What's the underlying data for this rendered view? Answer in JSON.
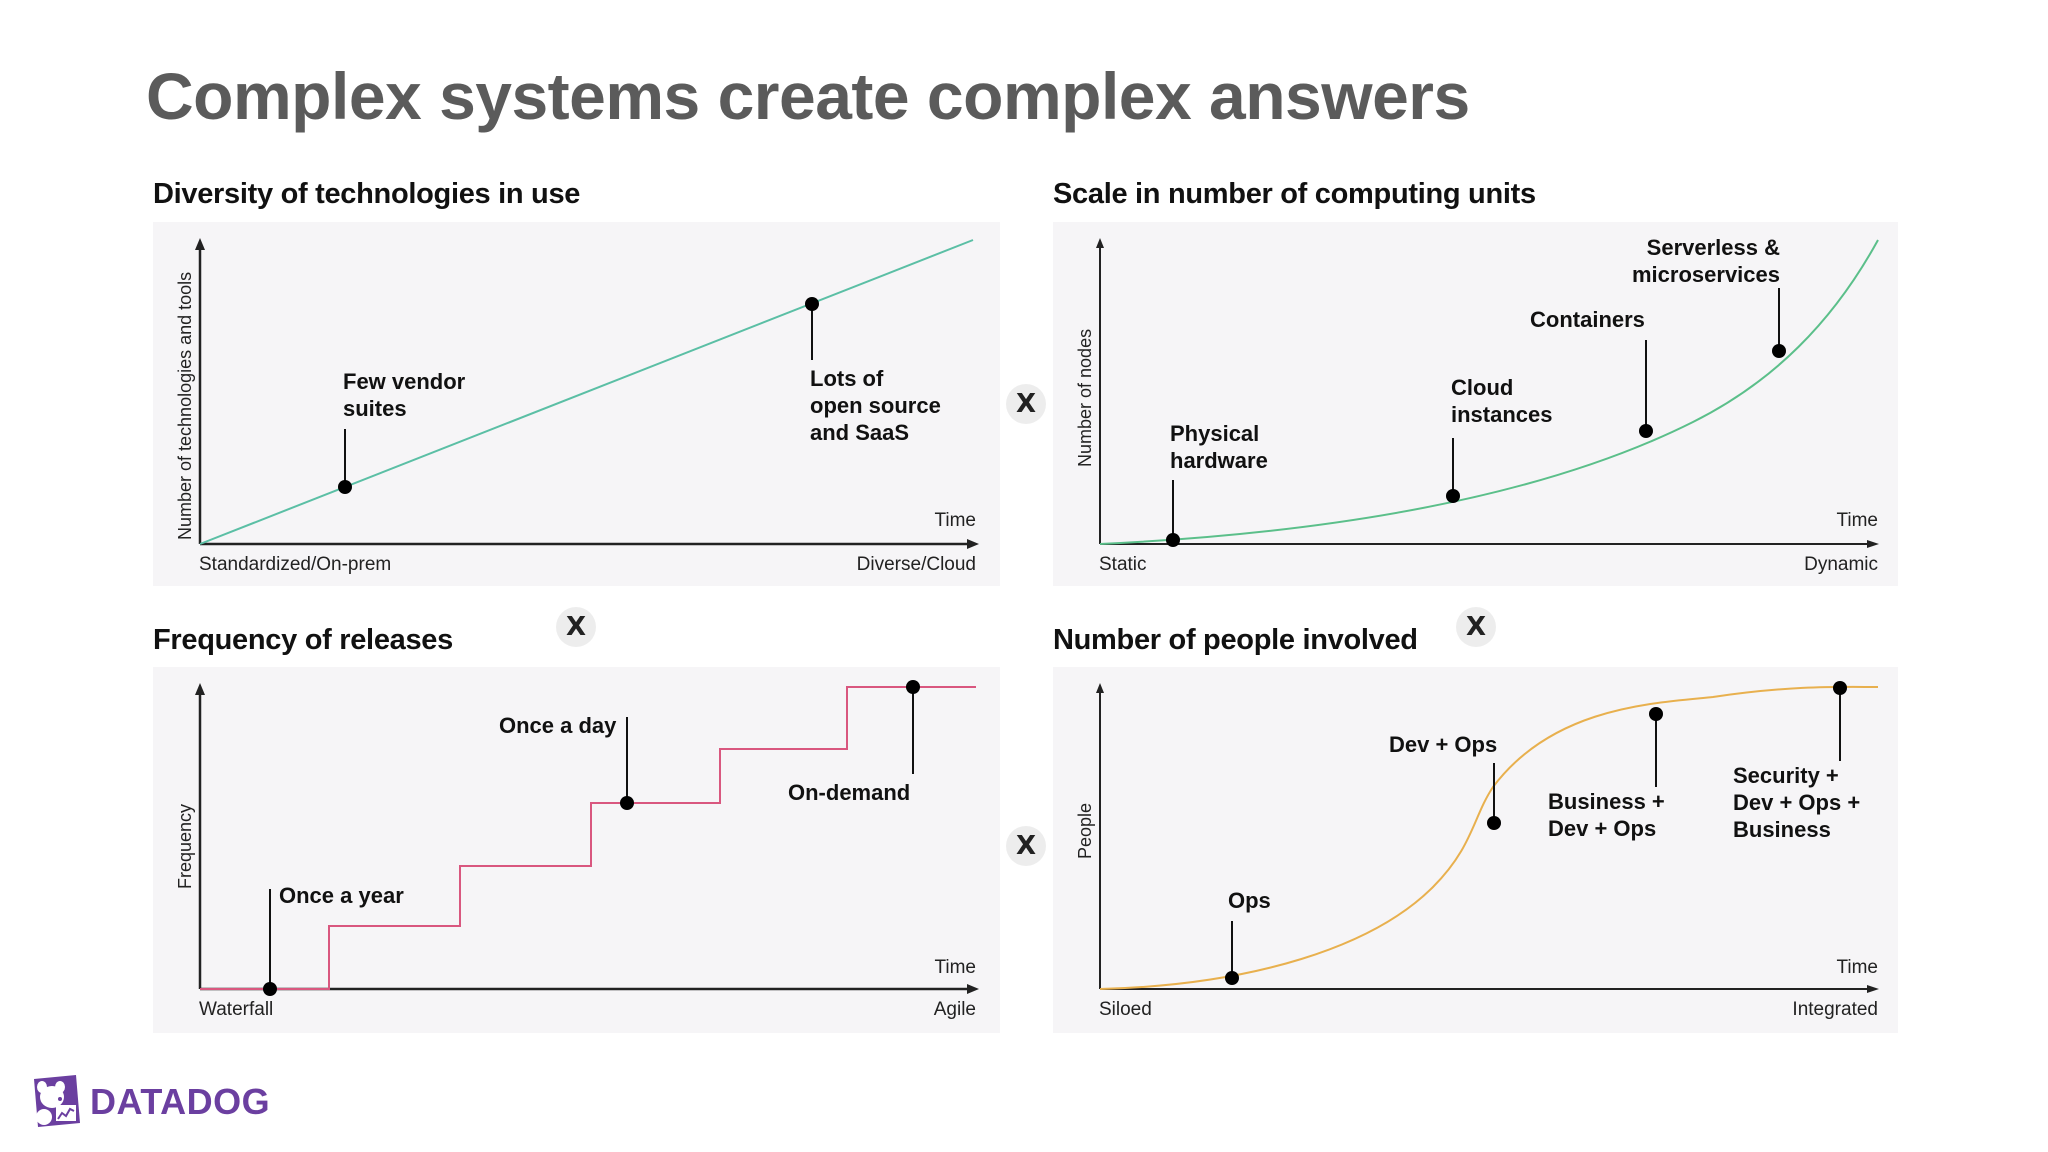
{
  "page": {
    "title": "Complex systems create complex answers",
    "brand": "DATADOG",
    "brand_color": "#6b3fa0",
    "operator_symbol": "X"
  },
  "charts": [
    {
      "title": "Diversity of technologies in use",
      "ylabel": "Number of technologies and tools",
      "x_arrow_label": "Time",
      "x_start": "Standardized/On-prem",
      "x_end": "Diverse/Cloud",
      "line_color": "#5bbfa5",
      "annotations": [
        "Few vendor\nsuites",
        "Lots of\nopen source\nand SaaS"
      ]
    },
    {
      "title": "Scale in number of computing units",
      "ylabel": "Number of nodes",
      "x_arrow_label": "Time",
      "x_start": "Static",
      "x_end": "Dynamic",
      "line_color": "#5bbf8a",
      "annotations": [
        "Physical\nhardware",
        "Cloud\ninstances",
        "Containers",
        "Serverless &\nmicroservices"
      ]
    },
    {
      "title": "Frequency of releases",
      "ylabel": "Frequency",
      "x_arrow_label": "Time",
      "x_start": "Waterfall",
      "x_end": "Agile",
      "line_color": "#d9577f",
      "annotations": [
        "Once a year",
        "Once a day",
        "On-demand"
      ]
    },
    {
      "title": "Number of people involved",
      "ylabel": "People",
      "x_arrow_label": "Time",
      "x_start": "Siloed",
      "x_end": "Integrated",
      "line_color": "#e8b04e",
      "annotations": [
        "Ops",
        "Dev + Ops",
        "Business +\nDev + Ops",
        "Security +\nDev + Ops +\nBusiness"
      ]
    }
  ],
  "chart_data": [
    {
      "type": "line",
      "title": "Diversity of technologies in use",
      "xlabel": "Time (Standardized/On-prem → Diverse/Cloud)",
      "ylabel": "Number of technologies and tools",
      "shape": "linear",
      "points": [
        {
          "x": 0.18,
          "y": 0.19,
          "label": "Few vendor suites"
        },
        {
          "x": 0.79,
          "y": 0.79,
          "label": "Lots of open source and SaaS"
        }
      ]
    },
    {
      "type": "line",
      "title": "Scale in number of computing units",
      "xlabel": "Time (Static → Dynamic)",
      "ylabel": "Number of nodes",
      "shape": "exponential",
      "points": [
        {
          "x": 0.09,
          "y": 0.01,
          "label": "Physical hardware"
        },
        {
          "x": 0.45,
          "y": 0.16,
          "label": "Cloud instances"
        },
        {
          "x": 0.7,
          "y": 0.38,
          "label": "Containers"
        },
        {
          "x": 0.86,
          "y": 0.65,
          "label": "Serverless & microservices"
        }
      ]
    },
    {
      "type": "line",
      "title": "Frequency of releases",
      "xlabel": "Time (Waterfall → Agile)",
      "ylabel": "Frequency",
      "shape": "step",
      "steps": [
        0,
        1,
        2,
        3,
        4,
        5
      ],
      "points": [
        {
          "x": 0.09,
          "y": 0.0,
          "label": "Once a year"
        },
        {
          "x": 0.55,
          "y": 0.63,
          "label": "Once a day"
        },
        {
          "x": 0.92,
          "y": 1.0,
          "label": "On-demand"
        }
      ]
    },
    {
      "type": "line",
      "title": "Number of people involved",
      "xlabel": "Time (Siloed → Integrated)",
      "ylabel": "People",
      "shape": "sigmoid",
      "points": [
        {
          "x": 0.17,
          "y": 0.04,
          "label": "Ops"
        },
        {
          "x": 0.5,
          "y": 0.55,
          "label": "Dev + Ops"
        },
        {
          "x": 0.71,
          "y": 0.87,
          "label": "Business + Dev + Ops"
        },
        {
          "x": 0.93,
          "y": 0.94,
          "label": "Security + Dev + Ops + Business"
        }
      ]
    }
  ]
}
